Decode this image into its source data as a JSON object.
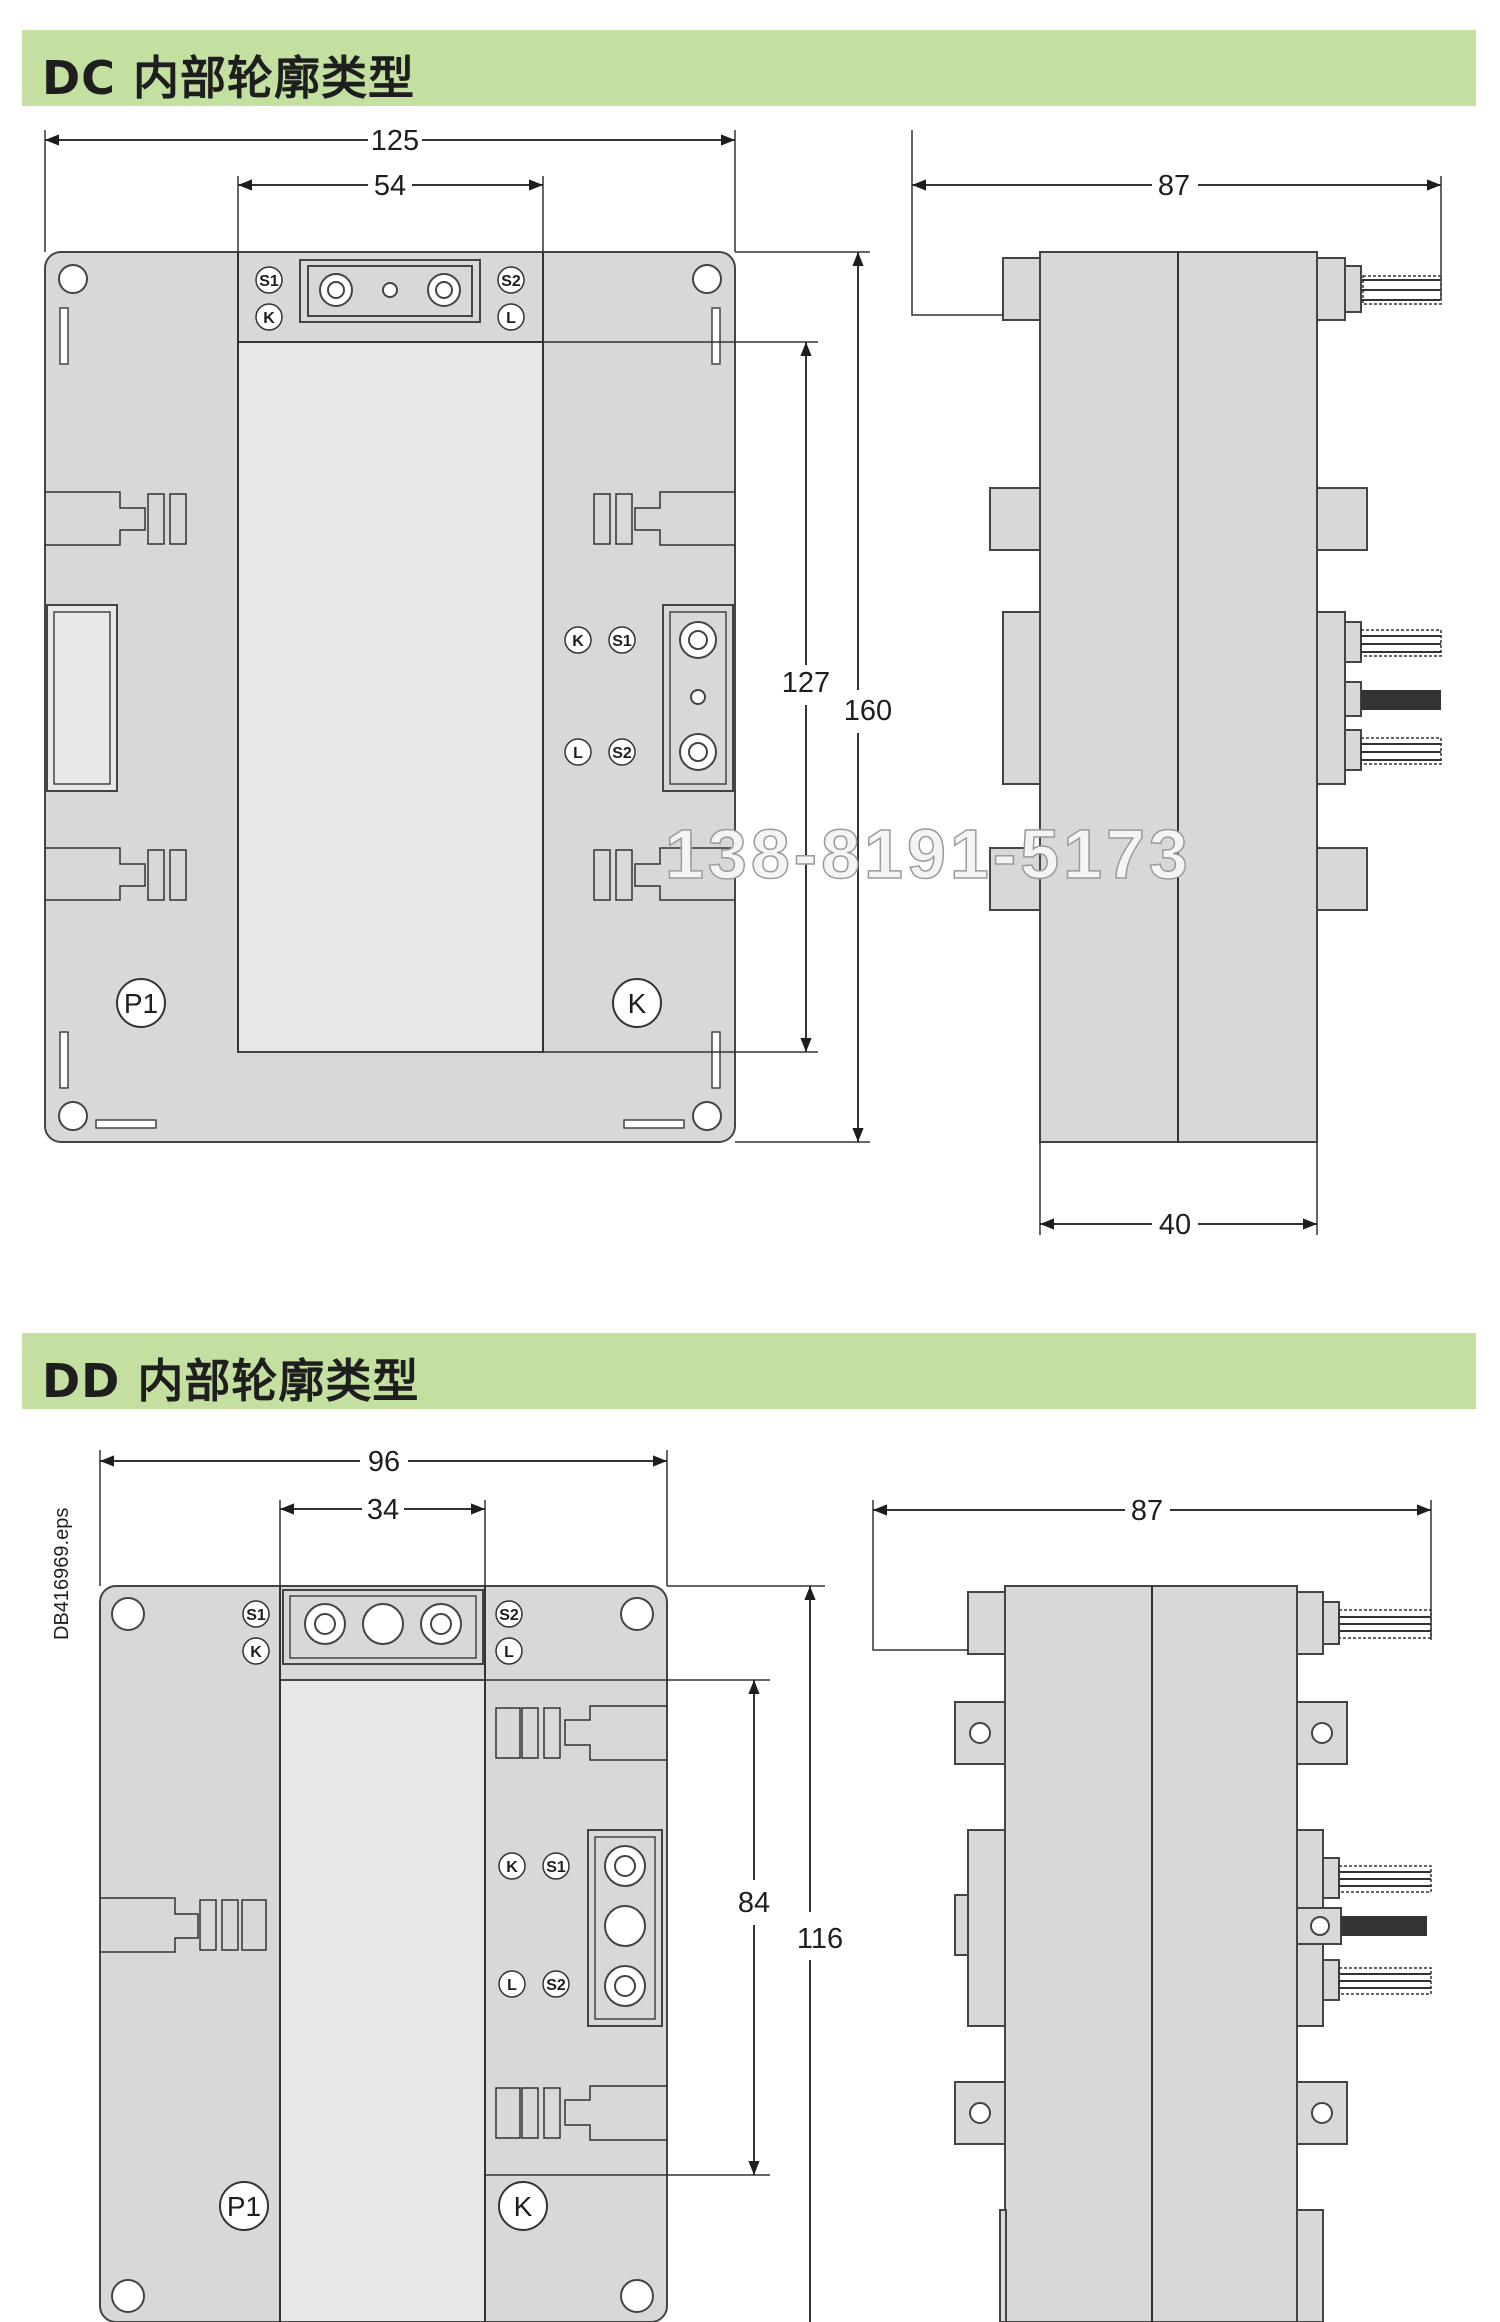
{
  "sections": [
    {
      "title": "DC 内部轮廓类型",
      "dimensions": {
        "overall_width": "125",
        "window_width": "54",
        "window_height": "127",
        "overall_height": "160",
        "side_width": "87",
        "side_depth": "40"
      },
      "terminal_labels": {
        "s1": "S1",
        "s2": "S2",
        "k": "K",
        "l": "L"
      },
      "body_labels": {
        "p1": "P1",
        "k": "K"
      }
    },
    {
      "title": "DD 内部轮廓类型",
      "dimensions": {
        "overall_width": "96",
        "window_width": "34",
        "window_height": "84",
        "overall_height": "116",
        "side_width": "87"
      },
      "terminal_labels": {
        "s1": "S1",
        "s2": "S2",
        "k": "K",
        "l": "L"
      },
      "body_labels": {
        "p1": "P1",
        "k": "K"
      }
    }
  ],
  "watermark": "138-8191-5173",
  "file_code": "DB416969.eps",
  "colors": {
    "section_bar": "#c3e0a0",
    "body_fill": "#d8d8d8",
    "line": "#333333"
  }
}
